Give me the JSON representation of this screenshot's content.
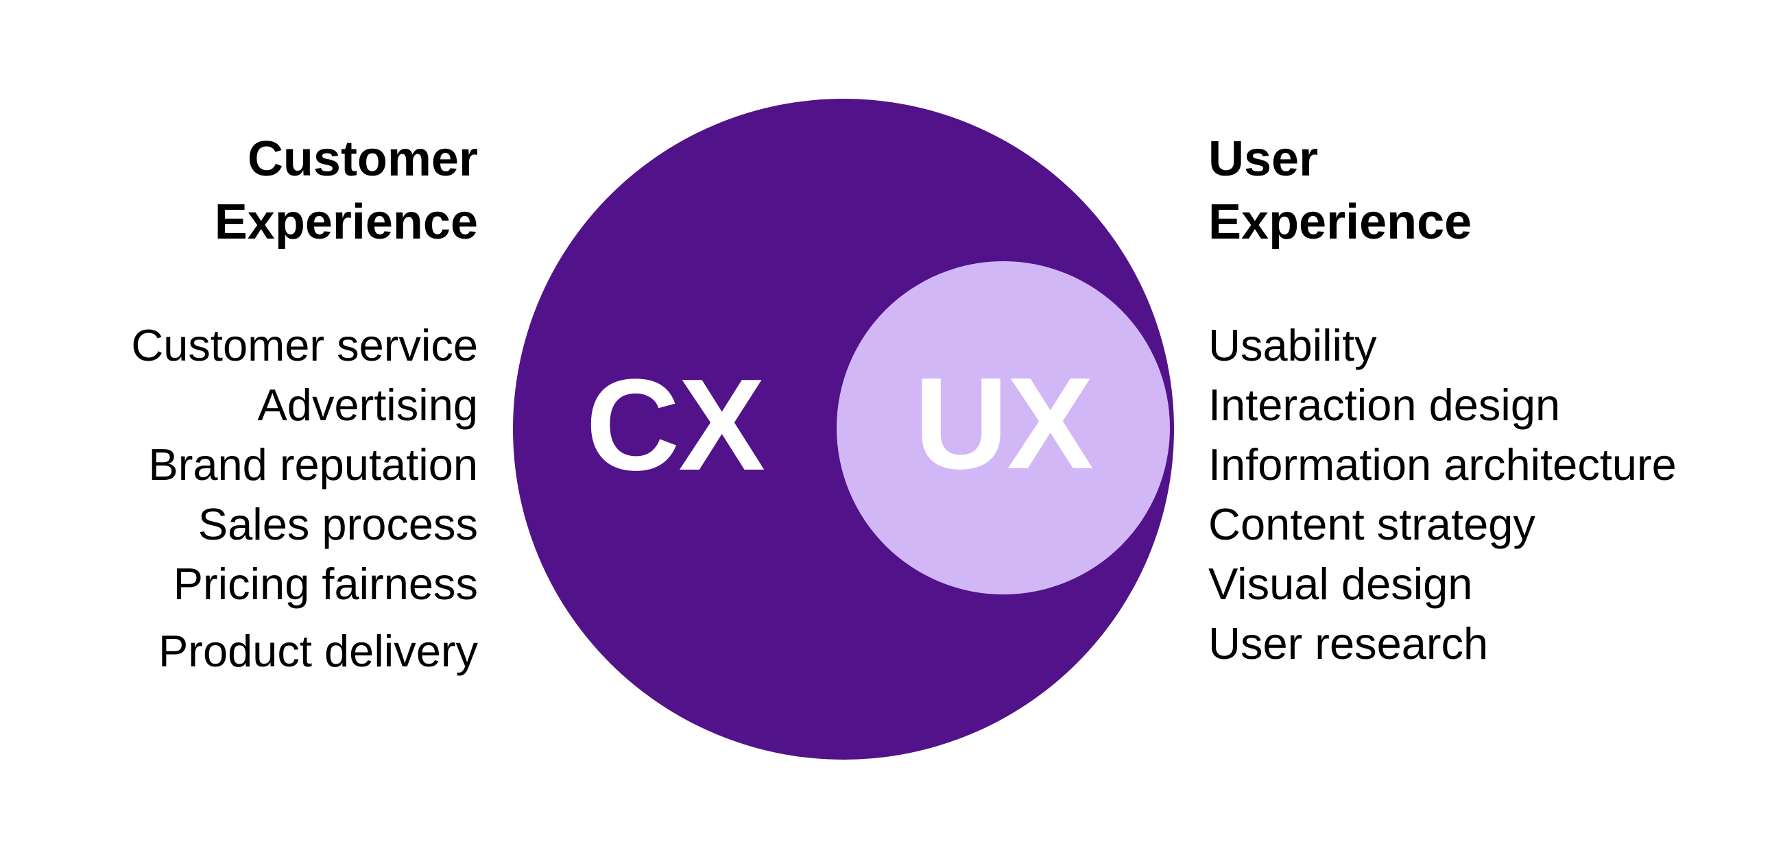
{
  "colors": {
    "background": "#ffffff",
    "cx-circle": "#51128a",
    "ux-circle": "#d2b7f7",
    "label-text": "#ffffff",
    "text": "#000000"
  },
  "circles": {
    "cx": {
      "label": "CX"
    },
    "ux": {
      "label": "UX"
    }
  },
  "left": {
    "heading_lines": [
      "Customer",
      "Experience"
    ],
    "items": [
      "Customer service",
      "Advertising",
      "Brand reputation",
      "Sales process",
      "Pricing fairness",
      "Product delivery"
    ]
  },
  "right": {
    "heading_lines": [
      "User",
      "Experience"
    ],
    "items": [
      "Usability",
      "Interaction design",
      "Information architecture",
      "Content strategy",
      "Visual design",
      "User research"
    ]
  }
}
